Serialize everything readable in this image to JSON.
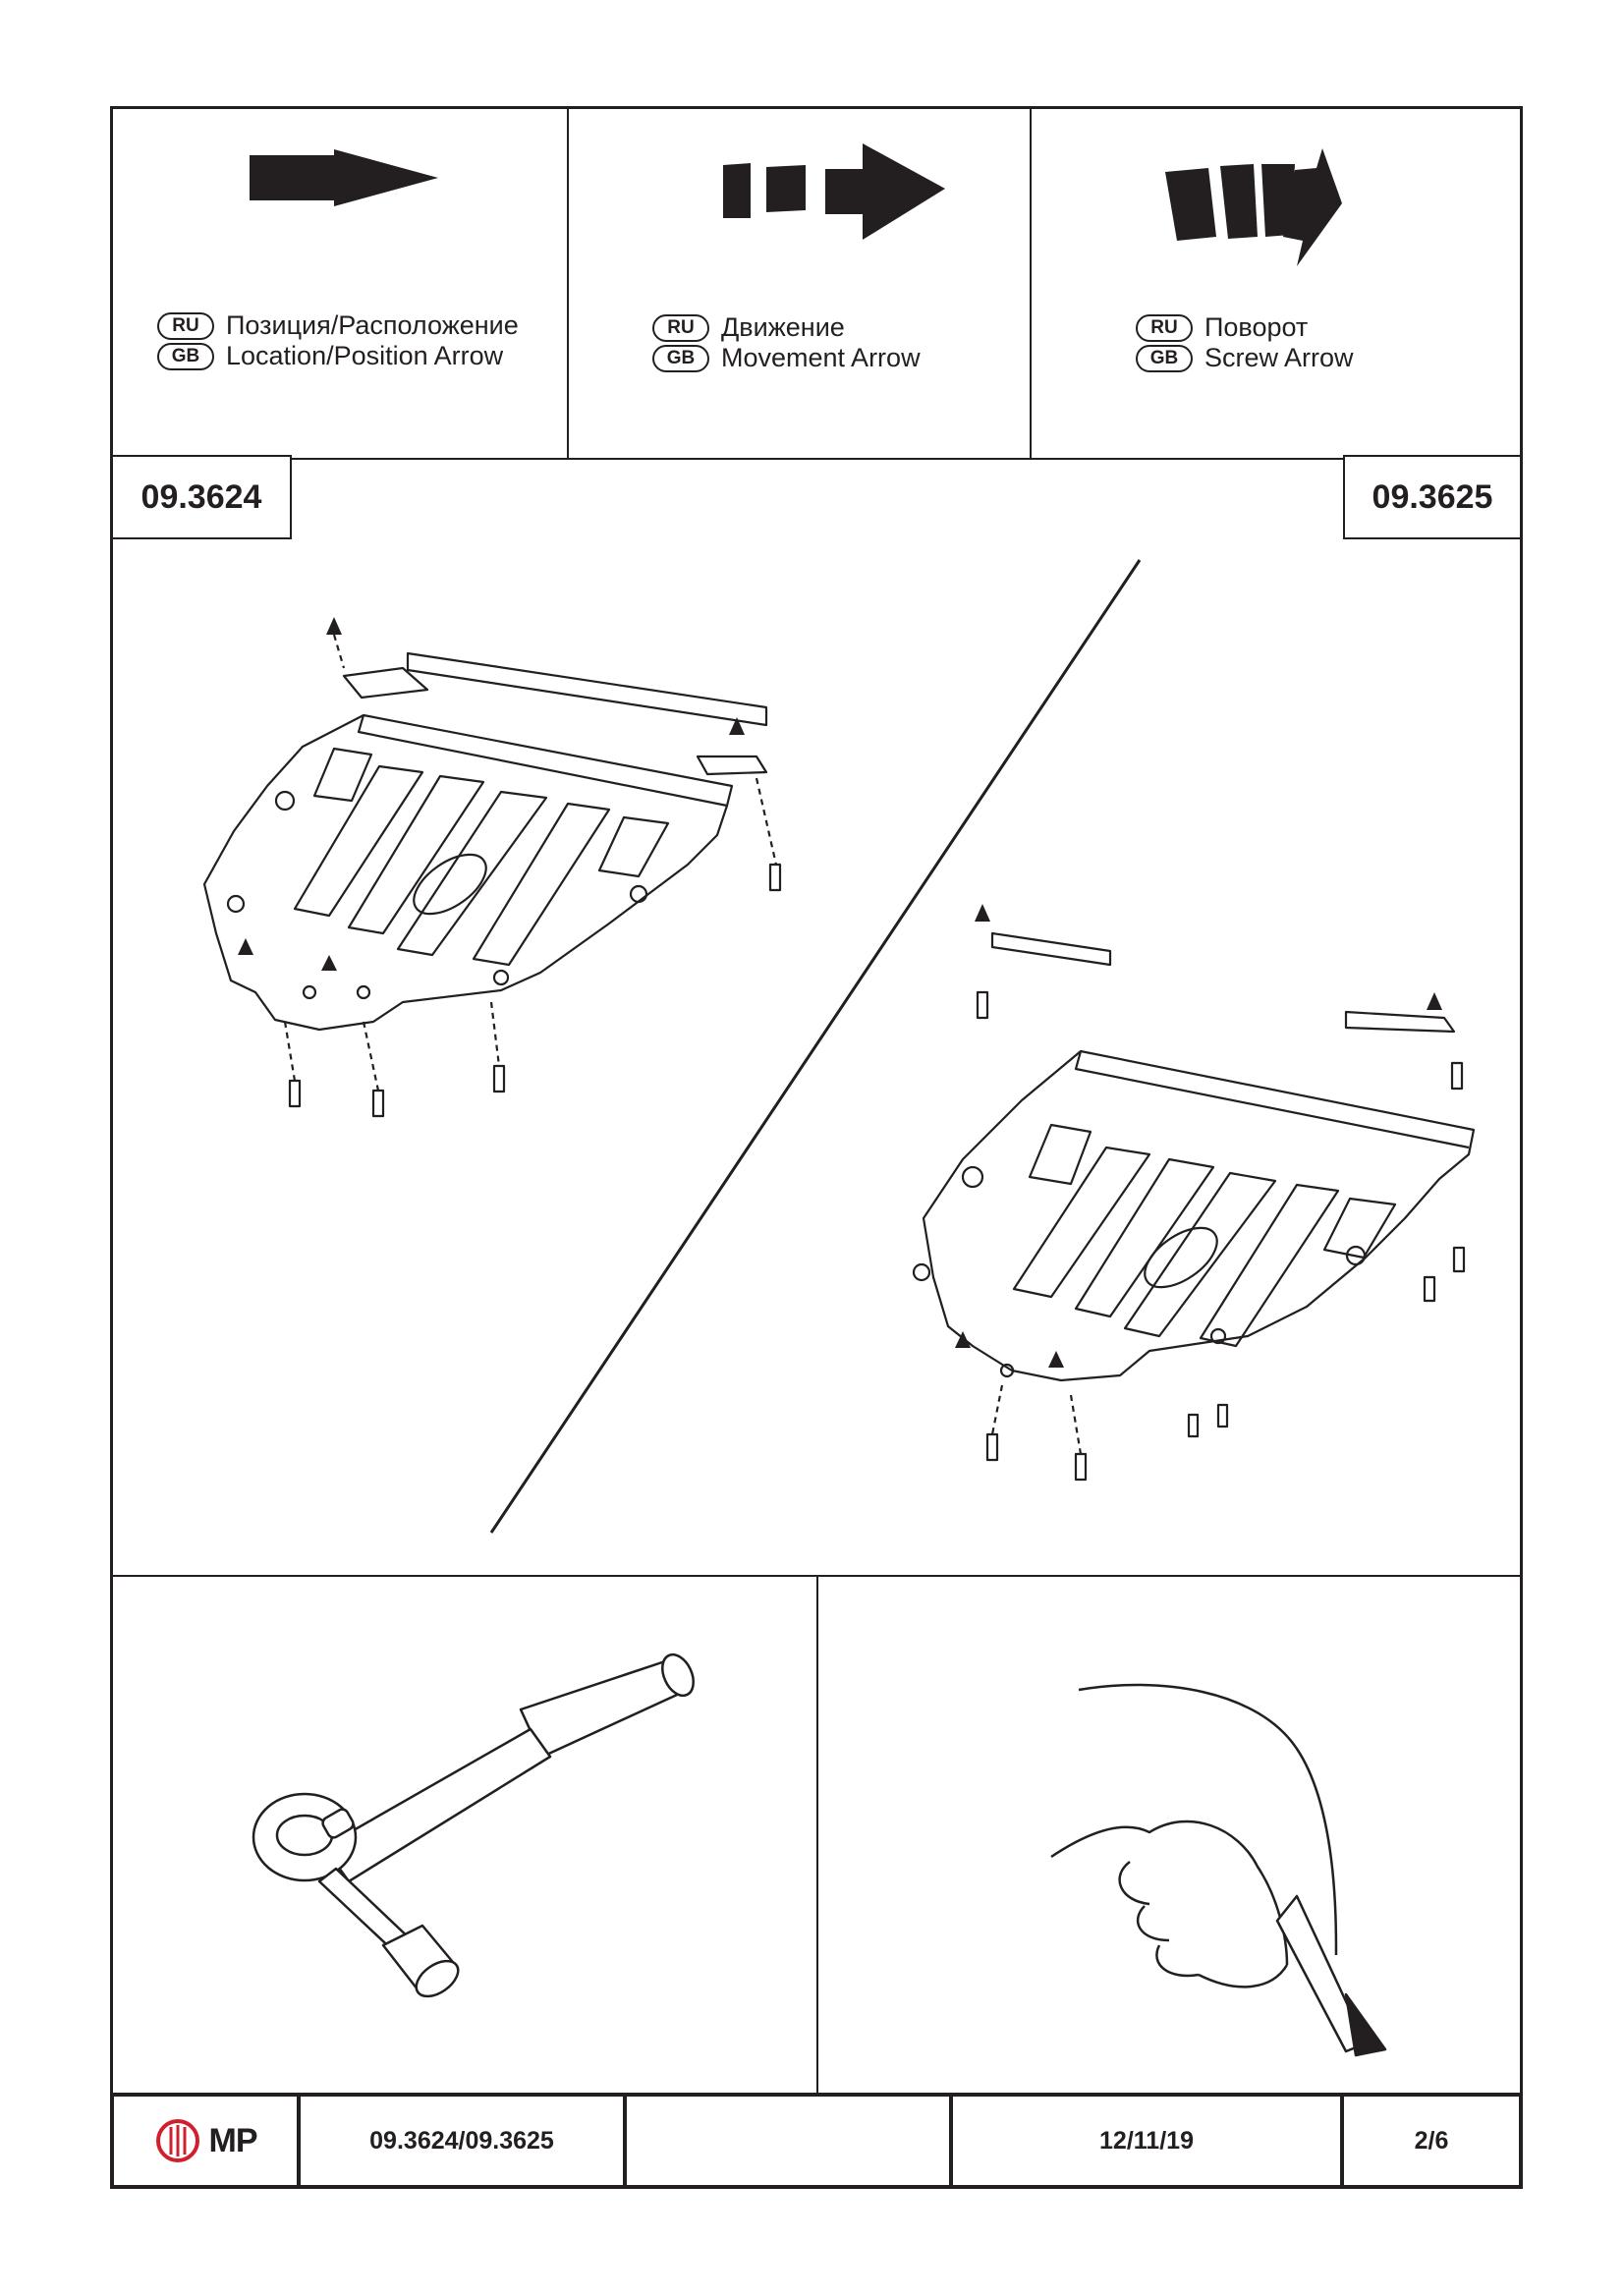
{
  "arrow_legend": [
    {
      "ru_tag": "RU",
      "ru_text": "Позиция/Расположение",
      "gb_tag": "GB",
      "gb_text": "Location/Position Arrow",
      "icon": "location-arrow-icon"
    },
    {
      "ru_tag": "RU",
      "ru_text": "Движение",
      "gb_tag": "GB",
      "gb_text": "Movement Arrow",
      "icon": "movement-arrow-icon"
    },
    {
      "ru_tag": "RU",
      "ru_text": "Поворот",
      "gb_tag": "GB",
      "gb_text": "Screw Arrow",
      "icon": "screw-arrow-icon"
    }
  ],
  "models": {
    "left_code": "09.3624",
    "right_code": "09.3625"
  },
  "tools": {
    "left": "ratchet-wrench-icon",
    "right": "hand-cutting-knife-icon"
  },
  "footer": {
    "logo_text": "MP",
    "part_codes": "09.3624/09.3625",
    "blank": "",
    "date": "12/11/19",
    "page": "2/6"
  },
  "colors": {
    "ink": "#231f20",
    "logo_red": "#d0202e"
  }
}
